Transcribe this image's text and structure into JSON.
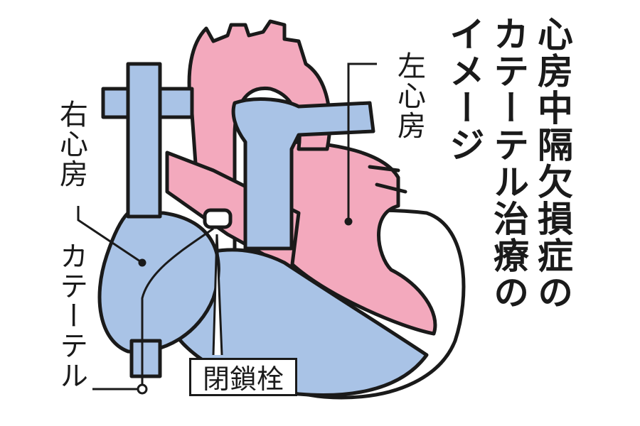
{
  "title": {
    "line1": "心房中隔欠損症の",
    "line2": "カテーテル治療の",
    "line3": "イメージ"
  },
  "labels": {
    "left_atrium": "左心房",
    "right_atrium": "右心房",
    "catheter": "カテーテル",
    "occluder": "閉鎖栓"
  },
  "colors": {
    "blue": "#a9c3e6",
    "pink": "#f3a9bd",
    "outline": "#1a1a1a"
  }
}
